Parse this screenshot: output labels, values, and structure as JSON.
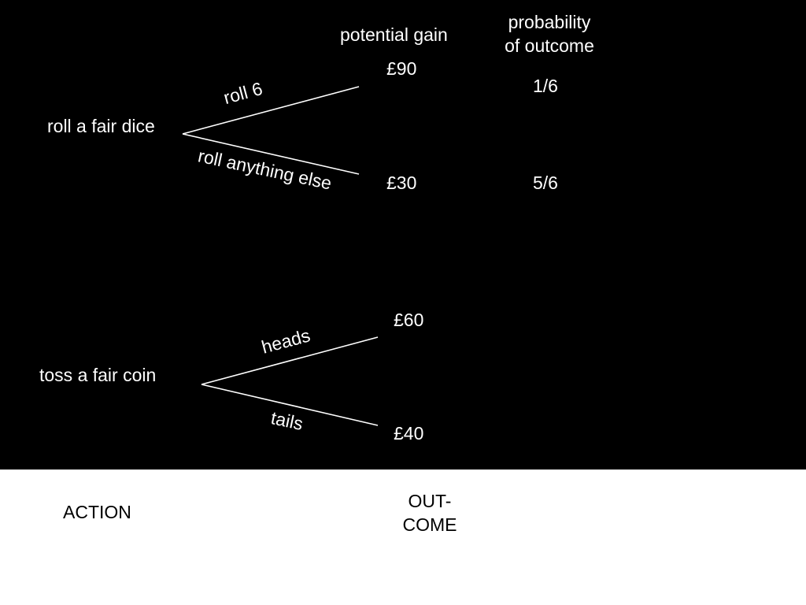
{
  "headers": {
    "potential_gain": "potential gain",
    "probability_line1": "probability",
    "probability_line2": "of outcome"
  },
  "dice": {
    "action": "roll a fair dice",
    "branch_top": "roll 6",
    "branch_bottom": "roll anything else",
    "gain_top": "£90",
    "gain_bottom": "£30",
    "prob_top": "1/6",
    "prob_bottom": "5/6"
  },
  "coin": {
    "action": "toss a fair coin",
    "branch_top": "heads",
    "branch_bottom": "tails",
    "gain_top": "£60",
    "gain_bottom": "£40"
  },
  "footer": {
    "action": "ACTION",
    "outcome_line1": "OUT-",
    "outcome_line2": "COME"
  },
  "colors": {
    "panel_background": "#000000",
    "foreground": "#ffffff",
    "page_background": "#ffffff"
  }
}
